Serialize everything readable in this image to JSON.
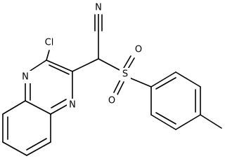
{
  "molecule": {
    "atoms": {
      "cl": "Cl",
      "n_nitrile": "N",
      "n_quinox_top": "N",
      "n_quinox_bottom": "N",
      "s_sulfonyl": "S",
      "o_sulfonyl_top": "O",
      "o_sulfonyl_bottom": "O"
    }
  }
}
